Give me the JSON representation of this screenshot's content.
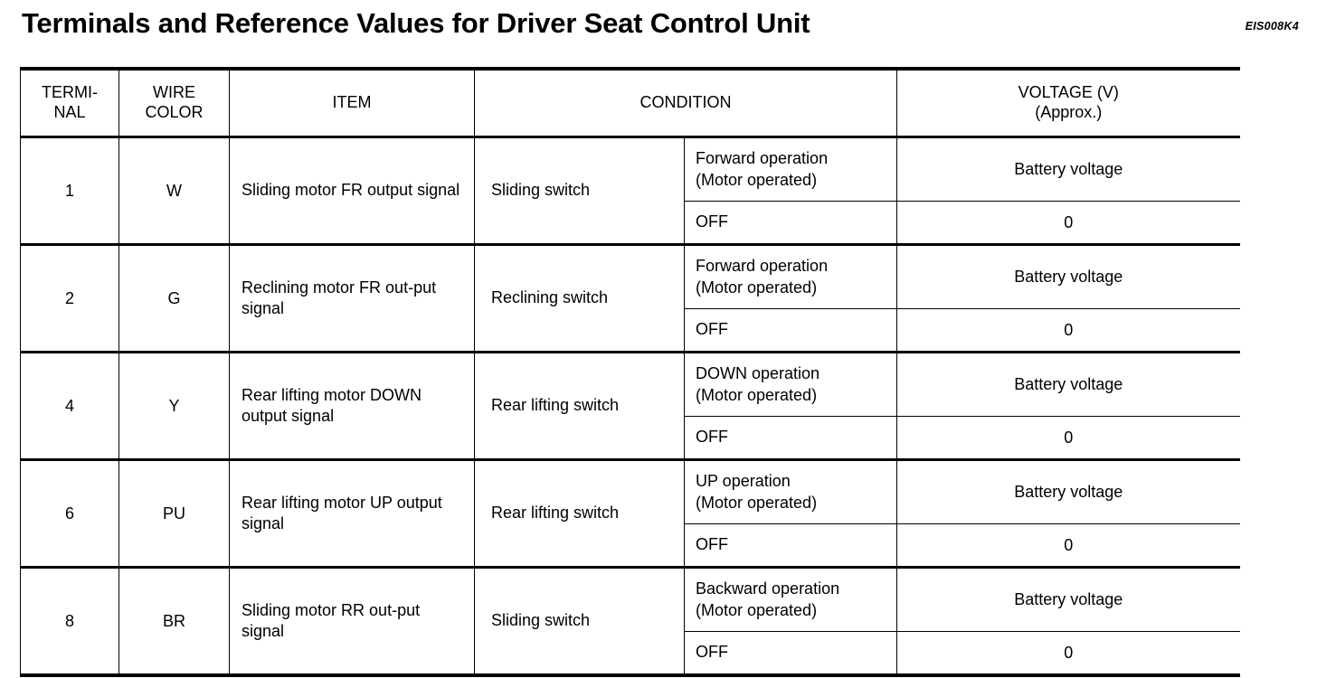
{
  "page": {
    "title": "Terminals and Reference Values for Driver Seat Control Unit",
    "doc_code": "EIS008K4"
  },
  "table": {
    "headers": {
      "terminal_l1": "TERMI-",
      "terminal_l2": "NAL",
      "wire_color_l1": "WIRE",
      "wire_color_l2": "COLOR",
      "item": "ITEM",
      "condition": "CONDITION",
      "voltage_l1": "VOLTAGE (V)",
      "voltage_l2": "(Approx.)"
    },
    "rows": [
      {
        "terminal": "1",
        "wire_color": "W",
        "item": "Sliding motor FR output signal",
        "switch": "Sliding switch",
        "conditions": [
          {
            "line1": "Forward operation",
            "line2": "(Motor operated)",
            "voltage": "Battery voltage"
          },
          {
            "line1": "OFF",
            "line2": "",
            "voltage": "0"
          }
        ]
      },
      {
        "terminal": "2",
        "wire_color": "G",
        "item": "Reclining motor FR out-put signal",
        "switch": "Reclining switch",
        "conditions": [
          {
            "line1": "Forward operation",
            "line2": "(Motor operated)",
            "voltage": "Battery voltage"
          },
          {
            "line1": "OFF",
            "line2": "",
            "voltage": "0"
          }
        ]
      },
      {
        "terminal": "4",
        "wire_color": "Y",
        "item": "Rear lifting motor DOWN output signal",
        "switch": "Rear lifting switch",
        "conditions": [
          {
            "line1": "DOWN operation",
            "line2": "(Motor operated)",
            "voltage": "Battery voltage"
          },
          {
            "line1": "OFF",
            "line2": "",
            "voltage": "0"
          }
        ]
      },
      {
        "terminal": "6",
        "wire_color": "PU",
        "item": "Rear lifting motor UP output signal",
        "switch": "Rear lifting switch",
        "conditions": [
          {
            "line1": "UP operation",
            "line2": "(Motor operated)",
            "voltage": "Battery voltage"
          },
          {
            "line1": "OFF",
            "line2": "",
            "voltage": "0"
          }
        ]
      },
      {
        "terminal": "8",
        "wire_color": "BR",
        "item": "Sliding motor RR out-put signal",
        "switch": "Sliding switch",
        "conditions": [
          {
            "line1": "Backward operation",
            "line2": "(Motor operated)",
            "voltage": "Battery voltage"
          },
          {
            "line1": "OFF",
            "line2": "",
            "voltage": "0"
          }
        ]
      }
    ]
  },
  "colors": {
    "ink": "#000000",
    "paper": "#ffffff"
  }
}
